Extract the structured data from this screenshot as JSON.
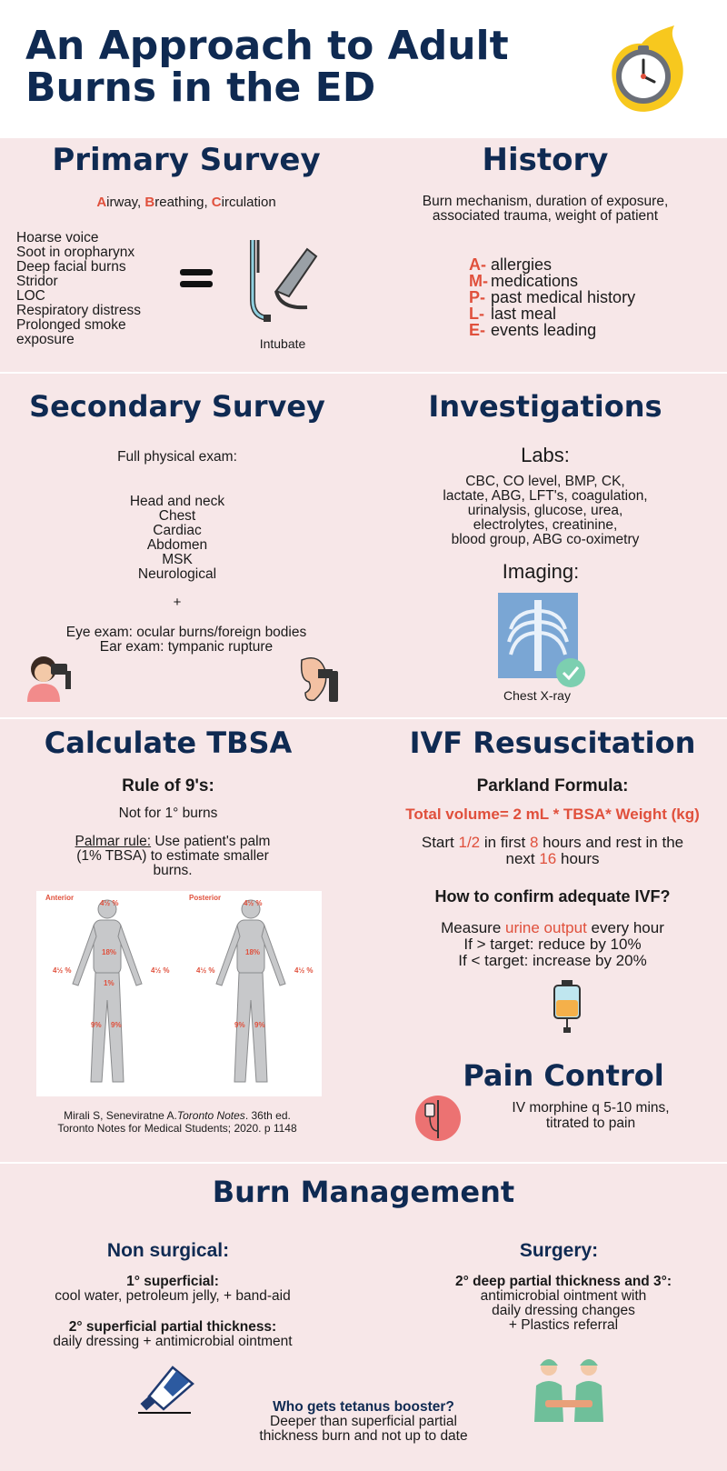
{
  "title": {
    "line1": "An Approach to Adult",
    "line2": "Burns in the ED"
  },
  "icons": {
    "clock": "clock-fire-icon",
    "intubation": "laryngoscope-icon",
    "equals": "equals-icon",
    "eye_exam": "eye-exam-icon",
    "ear_exam": "otoscope-ear-icon",
    "xray": "chest-xray-icon",
    "iv_bag": "iv-bag-icon",
    "iv_pole": "iv-pole-icon",
    "ointment": "ointment-tube-icon",
    "surgeons": "surgeons-icon"
  },
  "colors": {
    "navy": "#0f2a52",
    "accent": "#e0503c",
    "band": "#f7e7e8"
  },
  "primary_survey": {
    "heading": "Primary Survey",
    "abc": [
      {
        "letter": "A",
        "rest": "irway, "
      },
      {
        "letter": "B",
        "rest": "reathing, "
      },
      {
        "letter": "C",
        "rest": "irculation"
      }
    ],
    "signs": [
      "Hoarse voice",
      "Soot in oropharynx",
      "Deep facial burns",
      "Stridor",
      "LOC",
      "Respiratory distress",
      "Prolonged smoke",
      "exposure"
    ],
    "intubate_label": "Intubate"
  },
  "history": {
    "heading": "History",
    "intro_line1": "Burn mechanism, duration of exposure,",
    "intro_line2": "associated trauma, weight of patient",
    "ample": [
      {
        "key": "A-",
        "text": "allergies"
      },
      {
        "key": "M-",
        "text": "medications"
      },
      {
        "key": "P-",
        "text": "past medical history"
      },
      {
        "key": "L-",
        "text": "last meal"
      },
      {
        "key": "E-",
        "text": "events leading"
      }
    ]
  },
  "secondary_survey": {
    "heading": "Secondary Survey",
    "intro": "Full physical exam:",
    "systems": [
      "Head and neck",
      "Chest",
      "Cardiac",
      "Abdomen",
      "MSK",
      "Neurological"
    ],
    "plus": "+",
    "eye": "Eye exam: ocular burns/foreign bodies",
    "ear": "Ear exam: tympanic rupture"
  },
  "investigations": {
    "heading": "Investigations",
    "labs_heading": "Labs:",
    "labs": [
      "CBC, CO level, BMP, CK,",
      "lactate, ABG, LFT's, coagulation,",
      "urinalysis, glucose, urea,",
      "electrolytes, creatinine,",
      "blood group, ABG co-oximetry"
    ],
    "imaging_heading": "Imaging:",
    "xray_label": "Chest X-ray"
  },
  "tbsa": {
    "heading": "Calculate TBSA",
    "rule": "Rule of 9's:",
    "not_for": "Not for 1° burns",
    "palmar_label": "Palmar rule:",
    "palmar_text1": " Use patient's palm",
    "palmar_text2": "(1% TBSA) to estimate smaller",
    "palmar_text3": "burns.",
    "figure": {
      "anterior": "Anterior",
      "posterior": "Posterior",
      "head": "4½ %",
      "trunk": "18%",
      "arm": "4½ %",
      "genital": "1%",
      "leg": "9%"
    },
    "citation_line1_a": "Mirali S, Seneviratne A.",
    "citation_line1_b": "Toronto Notes",
    "citation_line1_c": ". 36th ed.",
    "citation_line2": "Toronto Notes for Medical Students; 2020. p 1148"
  },
  "ivf": {
    "heading": "IVF Resuscitation",
    "formula_heading": "Parkland Formula:",
    "formula": "Total volume= 2 mL * TBSA* Weight (kg)",
    "start_a": "Start ",
    "start_half": "1/2",
    "start_b": " in first ",
    "start_8": "8",
    "start_c": " hours and rest in the",
    "next_a": "next ",
    "next_16": "16",
    "next_b": " hours",
    "confirm_heading": "How to confirm adequate IVF?",
    "measure_a": "Measure ",
    "measure_red": "urine output",
    "measure_b": " every hour",
    "above": "If > target: reduce by 10%",
    "below": "If < target: increase by 20%"
  },
  "pain": {
    "heading": "Pain Control",
    "line1": "IV morphine q 5-10 mins,",
    "line2": "titrated to pain"
  },
  "burn_mgmt": {
    "heading": "Burn Management",
    "nonsurg_heading": "Non surgical:",
    "first_title": "1° superficial:",
    "first_text": "cool water, petroleum jelly, + band-aid",
    "second_title": "2° superficial partial thickness:",
    "second_text": "daily dressing + antimicrobial ointment",
    "surg_heading": "Surgery:",
    "deep_title": "2° deep partial thickness and 3°:",
    "deep_text": [
      "antimicrobial ointment with",
      "daily dressing changes",
      "+ Plastics referral"
    ],
    "tetanus_q": "Who gets tetanus booster?",
    "tetanus_a1": "Deeper than superficial partial",
    "tetanus_a2": "thickness burn and not up to date"
  }
}
